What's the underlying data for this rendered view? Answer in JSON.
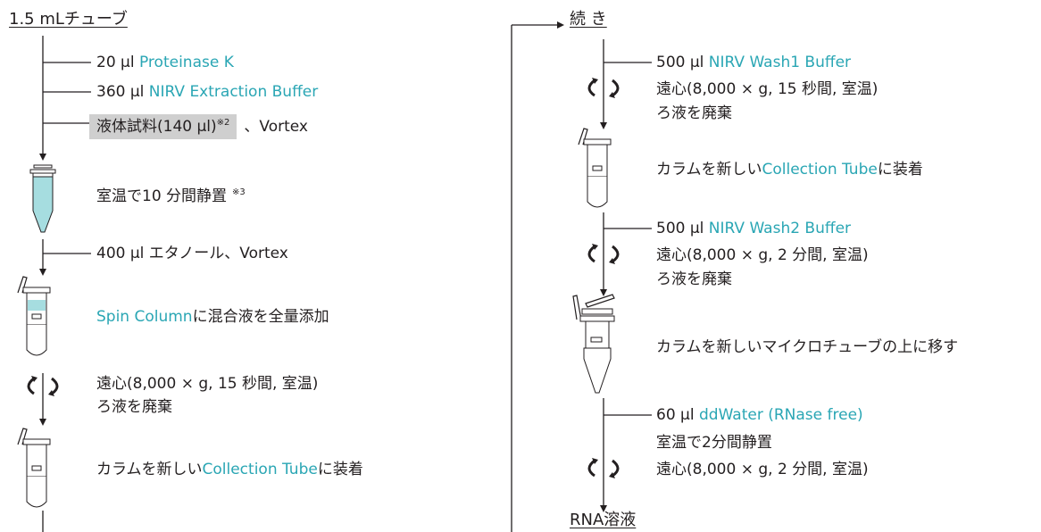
{
  "colors": {
    "accent": "#2aa6b4",
    "line": "#231f20",
    "highlight": "#cfcfcf",
    "liquid": "#a6dde0"
  },
  "left": {
    "title": "1.5 mLチューブ",
    "add1": {
      "amount": "20 µl ",
      "reagent": "Proteinase K"
    },
    "add2": {
      "amount": "360 µl ",
      "reagent": "NIRV Extraction Buffer"
    },
    "add3": {
      "sample": "液体試料(140 µl)",
      "note": "※2",
      "action": "、Vortex"
    },
    "incubate": {
      "text": "室温で10 分間静置",
      "note": "※3"
    },
    "add4": {
      "text": "400 µl エタノール、Vortex"
    },
    "load": {
      "reagent": "Spin Column",
      "text": "に混合液を全量添加"
    },
    "spin": {
      "line1": "遠心(8,000 × g, 15 秒間, 室温)",
      "line2": "ろ液を廃棄"
    },
    "transfer": {
      "text1": "カラムを新しい",
      "reagent": "Collection Tube",
      "text2": "に装着"
    }
  },
  "right": {
    "title": "続 き",
    "wash1": {
      "amount": "500 µl ",
      "reagent": "NIRV Wash1 Buffer",
      "spin": "遠心(8,000 × g, 15 秒間, 室温)",
      "discard": "ろ液を廃棄"
    },
    "transfer1": {
      "text1": "カラムを新しい",
      "reagent": "Collection Tube",
      "text2": "に装着"
    },
    "wash2": {
      "amount": "500 µl ",
      "reagent": "NIRV Wash2 Buffer",
      "spin": "遠心(8,000 × g, 2 分間, 室温)",
      "discard": "ろ液を廃棄"
    },
    "move": {
      "text": "カラムを新しいマイクロチューブの上に移す"
    },
    "elute": {
      "amount": "60 µl ",
      "reagent": "ddWater (RNase free)",
      "incubate": "室温で2分間静置",
      "spin": "遠心(8,000 × g, 2 分間, 室温)"
    },
    "result": "RNA溶液"
  }
}
